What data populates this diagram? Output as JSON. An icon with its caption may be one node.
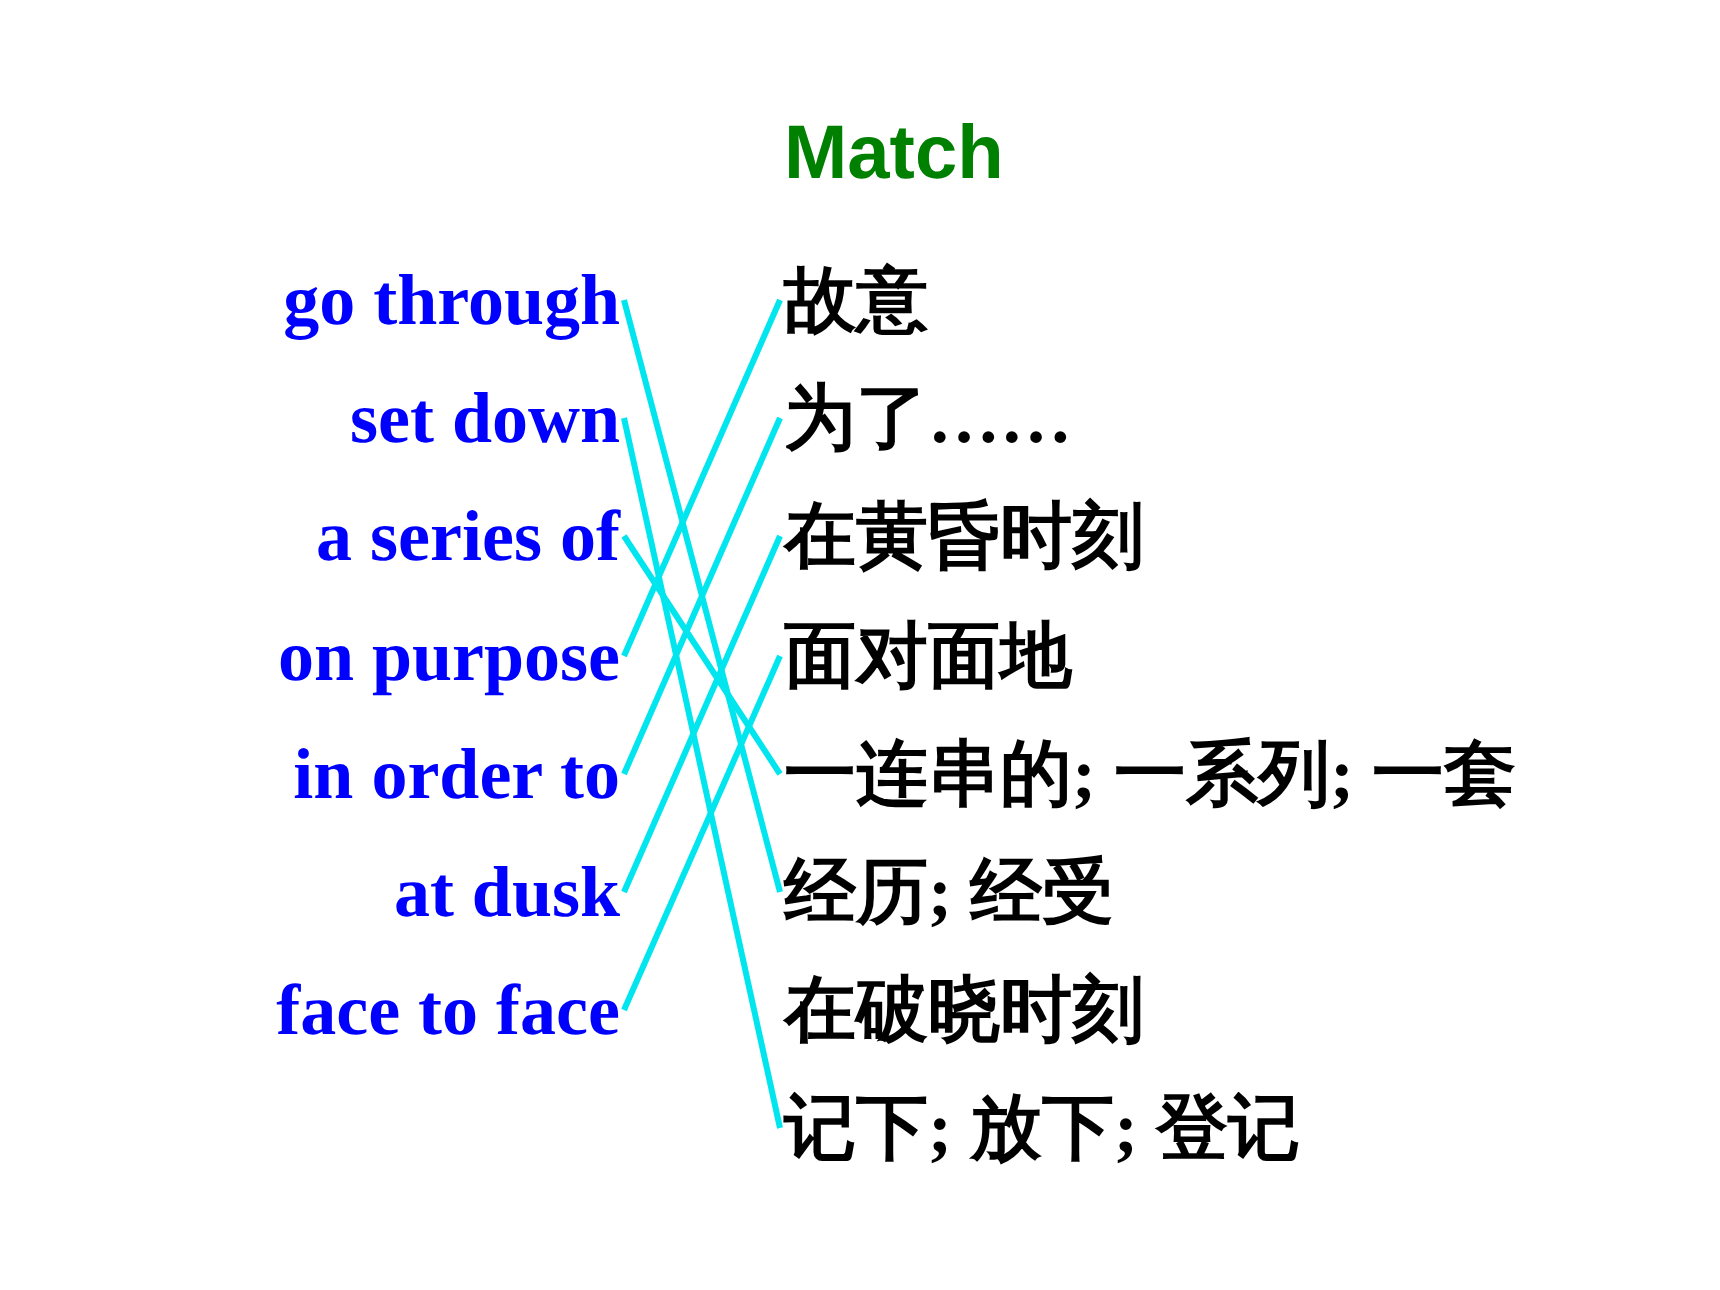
{
  "diagram": {
    "title": "Match",
    "nodes": [
      {
        "text": [
          "go through"
        ]
      },
      {
        "text": [
          "set down"
        ]
      },
      {
        "text": [
          "a series of"
        ]
      },
      {
        "text": [
          "on purpose"
        ]
      },
      {
        "text": [
          "in order to"
        ]
      },
      {
        "text": [
          "at dusk"
        ]
      },
      {
        "text": [
          "face to face"
        ]
      },
      {
        "text": [
          "故意"
        ]
      },
      {
        "text": [
          "为了……"
        ]
      },
      {
        "text": [
          "在黄昏时刻"
        ]
      },
      {
        "text": [
          "面对面地"
        ]
      },
      {
        "text": [
          "一连串的; 一系列; 一套"
        ]
      },
      {
        "text": [
          "经历; 经受"
        ]
      },
      {
        "text": [
          "在破晓时刻"
        ]
      },
      {
        "text": [
          "记下; 放下; 登记"
        ]
      }
    ],
    "edges": [
      {
        "from": 0,
        "to": 12,
        "arrow": "none"
      },
      {
        "from": 1,
        "to": 14,
        "arrow": "none"
      },
      {
        "from": 2,
        "to": 11,
        "arrow": "none"
      },
      {
        "from": 3,
        "to": 7,
        "arrow": "none"
      },
      {
        "from": 4,
        "to": 8,
        "arrow": "none"
      },
      {
        "from": 5,
        "to": 9,
        "arrow": "none"
      },
      {
        "from": 6,
        "to": 10,
        "arrow": "none"
      }
    ]
  }
}
